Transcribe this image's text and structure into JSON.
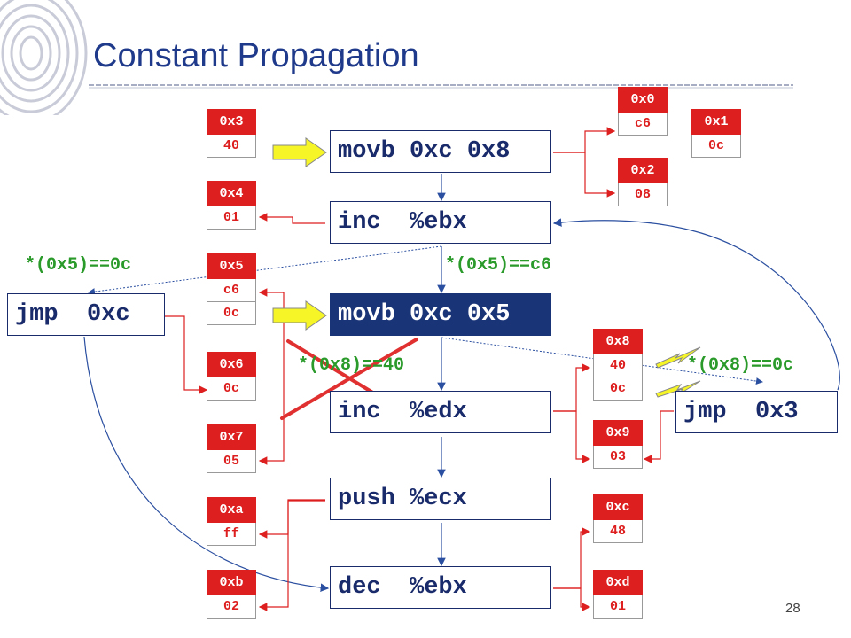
{
  "slide": {
    "title": "Constant Propagation",
    "page_number": "28"
  },
  "instructions": [
    {
      "text": "movb 0xc 0x8",
      "highlighted": false
    },
    {
      "text": "inc  %ebx",
      "highlighted": false
    },
    {
      "text": "movb 0xc 0x5",
      "highlighted": true
    },
    {
      "text": "inc  %edx",
      "highlighted": false
    },
    {
      "text": "push %ecx",
      "highlighted": false
    },
    {
      "text": "dec  %ebx",
      "highlighted": false
    }
  ],
  "jumps": {
    "left": "jmp  0xc",
    "right": "jmp  0x3"
  },
  "memory_left": [
    {
      "addr": "0x3",
      "vals": [
        "40"
      ]
    },
    {
      "addr": "0x4",
      "vals": [
        "01"
      ]
    },
    {
      "addr": "0x5",
      "vals": [
        "c6",
        "0c"
      ]
    },
    {
      "addr": "0x6",
      "vals": [
        "0c"
      ]
    },
    {
      "addr": "0x7",
      "vals": [
        "05"
      ]
    },
    {
      "addr": "0xa",
      "vals": [
        "ff"
      ]
    },
    {
      "addr": "0xb",
      "vals": [
        "02"
      ]
    }
  ],
  "memory_right": [
    {
      "addr": "0x0",
      "vals": [
        "c6"
      ]
    },
    {
      "addr": "0x1",
      "vals": [
        "0c"
      ]
    },
    {
      "addr": "0x2",
      "vals": [
        "08"
      ]
    },
    {
      "addr": "0x8",
      "vals": [
        "40",
        "0c"
      ]
    },
    {
      "addr": "0x9",
      "vals": [
        "03"
      ]
    },
    {
      "addr": "0xc",
      "vals": [
        "48"
      ]
    },
    {
      "addr": "0xd",
      "vals": [
        "01"
      ]
    }
  ],
  "annotations": {
    "left_0x5": "*(0x5)==0c",
    "mid_0x5": "*(0x5)==c6",
    "mid_0x8": "*(0x8)==40",
    "right_0x8": "*(0x8)==0c"
  },
  "colors": {
    "title": "#1f3a8a",
    "instruction_border": "#1a2b6b",
    "highlight": "#1a3478",
    "memory_red": "#dd1f1f",
    "annotation_green": "#2a9a2a",
    "arrow_yellow": "#f5f528",
    "flow_blue": "#2b4fa0"
  }
}
